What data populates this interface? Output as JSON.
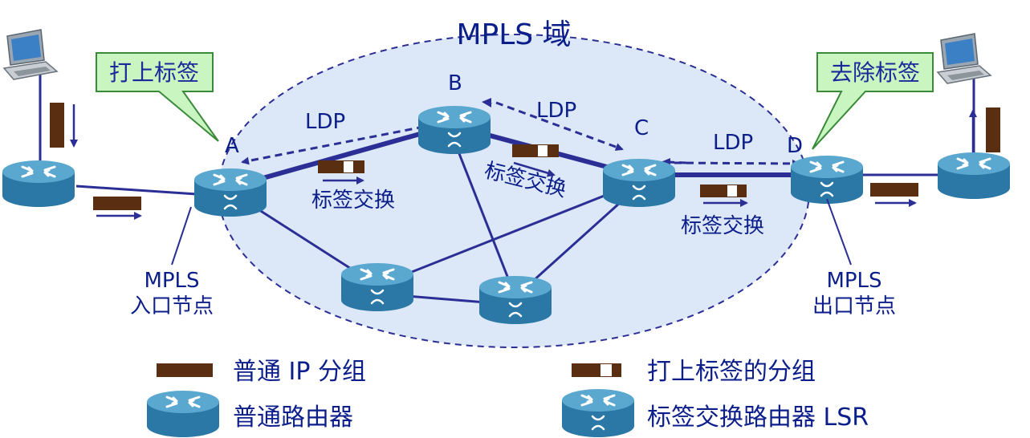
{
  "domain_title": "MPLS 域",
  "nodes": {
    "a": "A",
    "b": "B",
    "c": "C",
    "d": "D"
  },
  "ldp_labels": [
    "LDP",
    "LDP",
    "LDP"
  ],
  "swap_labels": [
    "标签交换",
    "标签交换",
    "标签交换"
  ],
  "callouts": {
    "push": "打上标签",
    "pop": "去除标签"
  },
  "ingress": {
    "line1": "MPLS",
    "line2": "入口节点"
  },
  "egress": {
    "line1": "MPLS",
    "line2": "出口节点"
  },
  "legend": {
    "plain_packet": "普通 IP 分组",
    "labeled_packet": "打上标签的分组",
    "plain_router": "普通路由器",
    "lsr": "标签交换路由器 LSR"
  },
  "colors": {
    "domain_fill": "#dce8f7",
    "link": "#2b2f95",
    "packet": "#5a2e10",
    "router_top": "#4f9ec4",
    "router_body": "#2f7fac",
    "callout_fill": "#c8f5c0",
    "text": "#0b1e8a"
  }
}
